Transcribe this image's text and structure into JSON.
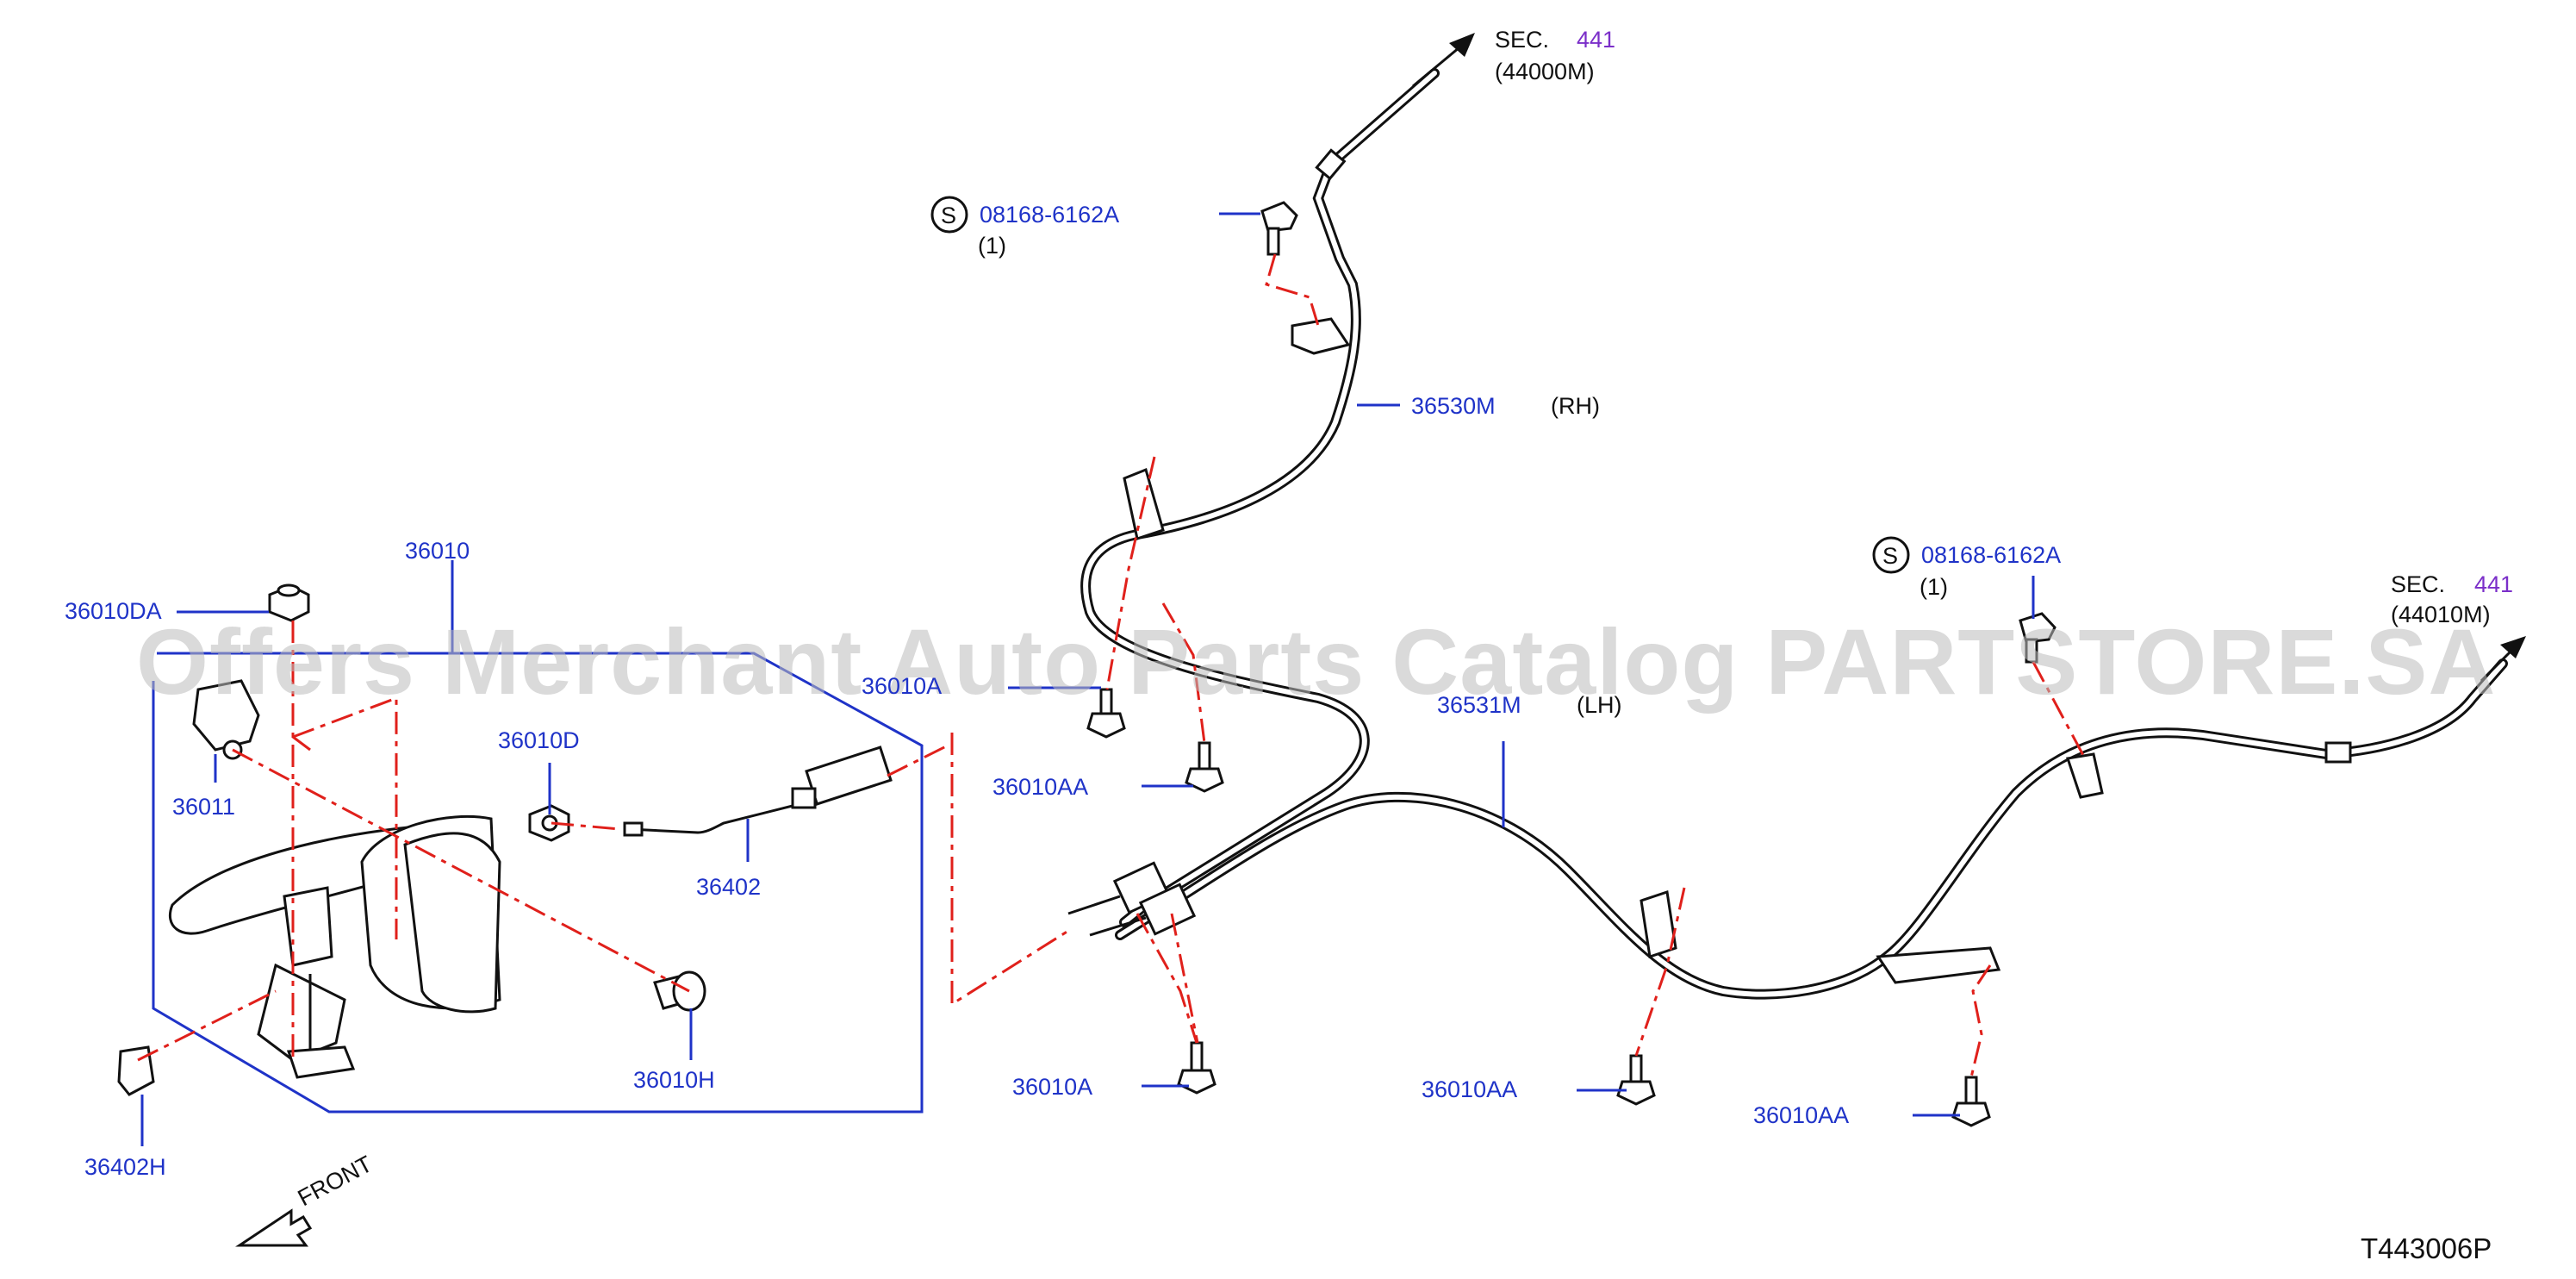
{
  "watermark": "Offers Merchant Auto Parts Catalog PARTSTORE.SA",
  "diagram_code": "T443006P",
  "front_label": "FRONT",
  "sec_refs": [
    {
      "sec_label": "SEC.",
      "sec_num": "441",
      "ref": "(44000M)"
    },
    {
      "sec_label": "SEC.",
      "sec_num": "441",
      "ref": "(44010M)"
    }
  ],
  "bolt_refs": [
    {
      "symbol": "S",
      "part": "08168-6162A",
      "qty": "(1)"
    },
    {
      "symbol": "S",
      "part": "08168-6162A",
      "qty": "(1)"
    }
  ],
  "parts": {
    "p36010": "36010",
    "p36010DA": "36010DA",
    "p36011": "36011",
    "p36010D": "36010D",
    "p36402": "36402",
    "p36010H": "36010H",
    "p36402H": "36402H",
    "p36010A_top": "36010A",
    "p36010AA_mid": "36010AA",
    "p36010A_bot": "36010A",
    "p36530M": "36530M",
    "p36531M": "36531M",
    "p36010AA_c": "36010AA",
    "p36010AA_r": "36010AA"
  },
  "side_labels": {
    "rh": "(RH)",
    "lh": "(LH)"
  }
}
